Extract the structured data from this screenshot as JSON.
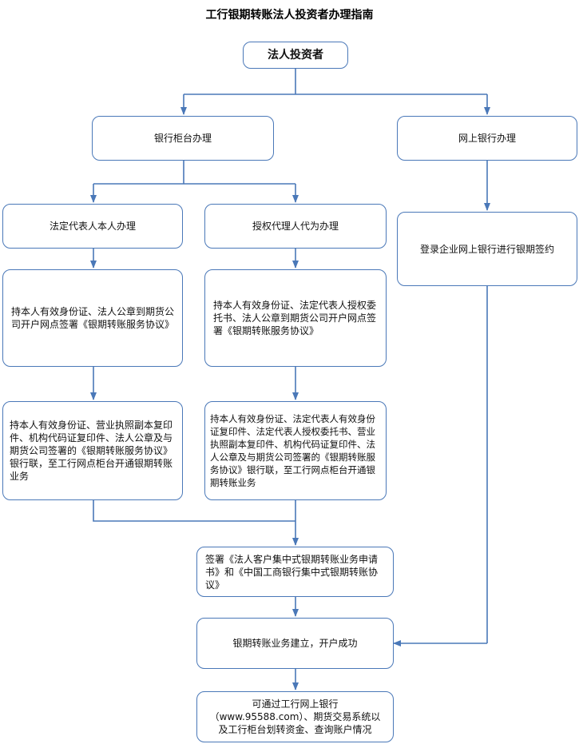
{
  "title": "工行银期转账法人投资者办理指南",
  "colors": {
    "border": "#4a78b8",
    "arrow": "#4a78b8"
  },
  "nodes": {
    "root": "法人投资者",
    "counter": "银行柜台办理",
    "online": "网上银行办理",
    "legal_rep": "法定代表人本人办理",
    "agent": "授权代理人代为办理",
    "legal_rep_step1": "持本人有效身份证、法人公章到期货公司开户网点签署《银期转账服务协议》",
    "agent_step1": "持本人有效身份证、法定代表人授权委托书、法人公章到期货公司开户网点签署《银期转账服务协议》",
    "online_step": "登录企业网上银行进行银期签约",
    "legal_rep_step2": "持本人有效身份证、营业执照副本复印件、机构代码证复印件、法人公章及与期货公司签署的《银期转账服务协议》银行联，至工行网点柜台开通银期转账业务",
    "agent_step2": "持本人有效身份证、法定代表人有效身份证复印件、法定代表人授权委托书、营业执照副本复印件、机构代码证复印件、法人公章及与期货公司签署的《银期转账服务协议》银行联，至工行网点柜台开通银期转账业务",
    "sign_agreement": "签署《法人客户集中式银期转账业务申请书》和《中国工商银行集中式银期转账协议》",
    "established": "银期转账业务建立，开户成功",
    "result": "可通过工行网上银行（www.95588.com）、期货交易系统以及工行柜台划转资金、查询账户情况"
  }
}
